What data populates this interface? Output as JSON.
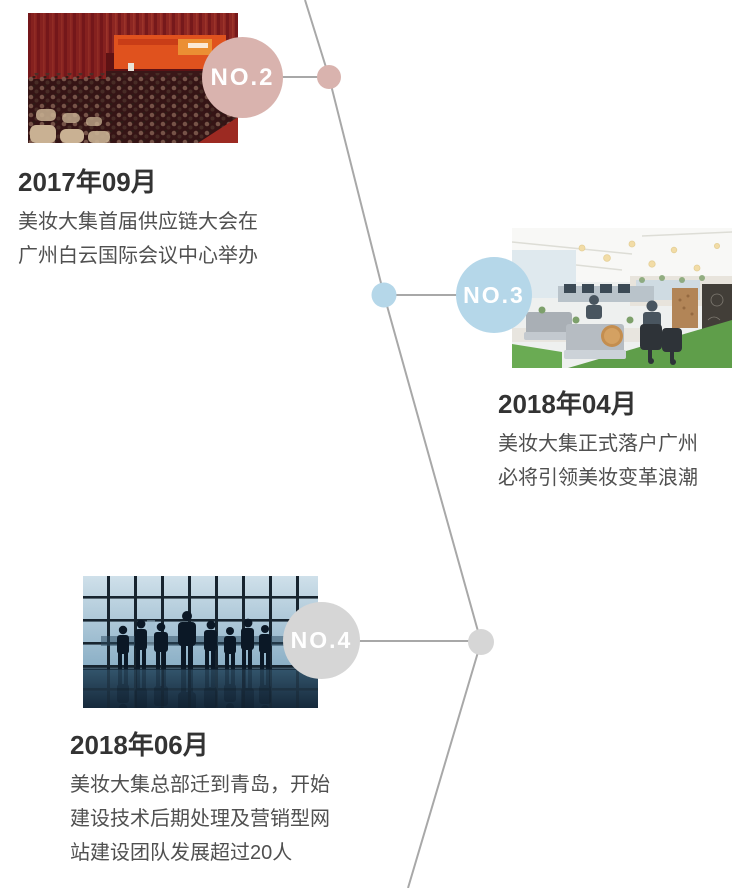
{
  "page": {
    "background": "#ffffff",
    "connector_line_color": "#a8a8a8"
  },
  "milestones": [
    {
      "badge": "NO.2",
      "badge_color": "#d9b3ae",
      "title": "2017年09月",
      "desc_lines": [
        "美妆大集首届供应链大会在",
        "广州白云国际会议中心举办"
      ],
      "photo": "conference-hall"
    },
    {
      "badge": "NO.3",
      "badge_color": "#b5d7e9",
      "title": "2018年04月",
      "desc_lines": [
        "美妆大集正式落户广州",
        "必将引领美妆变革浪潮"
      ],
      "photo": "open-office"
    },
    {
      "badge": "NO.4",
      "badge_color": "#d6d6d6",
      "title": "2018年06月",
      "desc_lines": [
        "美妆大集总部迁到青岛，开始",
        "建设技术后期处理及营销型网",
        "站建设团队发展超过20人"
      ],
      "photo": "team-silhouettes"
    }
  ]
}
